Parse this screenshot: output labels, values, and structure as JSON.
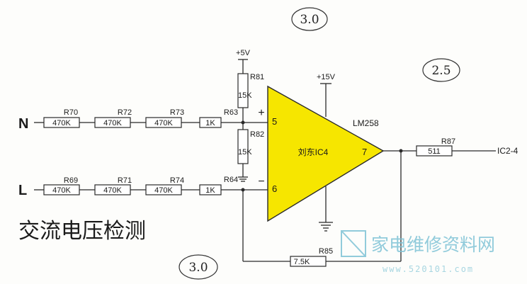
{
  "colors": {
    "opamp_fill": "#f6e600",
    "watermark": "#7fc3d6",
    "wire": "#2a2a2a"
  },
  "inputs": {
    "n_label": "N",
    "l_label": "L"
  },
  "title": "交流电压检测",
  "annotations": {
    "top_value": "3.0",
    "right_value": "2.5",
    "bottom_value": "3.0"
  },
  "supplies": {
    "plus5": "+5V",
    "plus15": "+15V"
  },
  "opamp": {
    "name": "LM258",
    "label": "刘东IC4",
    "pin_noninv": "5",
    "pin_inv": "6",
    "pin_out": "7",
    "sign_plus": "+",
    "sign_minus": "−"
  },
  "resistors": {
    "r70": {
      "name": "R70",
      "value": "470K"
    },
    "r72": {
      "name": "R72",
      "value": "470K"
    },
    "r73": {
      "name": "R73",
      "value": "470K"
    },
    "r63": {
      "name": "R63",
      "value": "1K"
    },
    "r69": {
      "name": "R69",
      "value": "470K"
    },
    "r71": {
      "name": "R71",
      "value": "470K"
    },
    "r74": {
      "name": "R74",
      "value": "470K"
    },
    "r64": {
      "name": "R64",
      "value": "1K"
    },
    "r81": {
      "name": "R81",
      "value": "15K"
    },
    "r82": {
      "name": "R82",
      "value": "15K"
    },
    "r85": {
      "name": "R85",
      "value": "7.5K"
    },
    "r87": {
      "name": "R87",
      "value": "511"
    }
  },
  "output_label": "IC2-4",
  "watermark": {
    "text": "家电维修资料网",
    "url": "www.520101.com"
  }
}
